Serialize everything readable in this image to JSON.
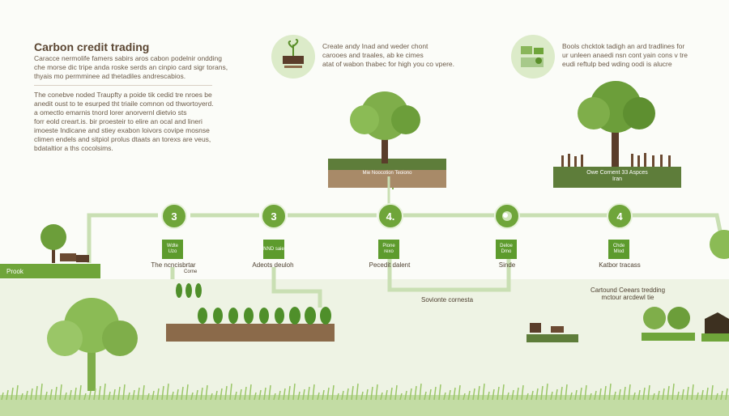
{
  "intro": {
    "title": "Carbon credit trading",
    "para1": [
      "Caracce nermolife famers sabirs aros cabon podelnir ondding",
      "che morse dic tripe anda roske serds an cinpio card sigr torans,",
      "thyais mo permminee ad thetadiles andrescabios."
    ],
    "para2": [
      "The conebve noded Traupfty a poide tik cedid tre nroes be",
      "anedit oust to te esurped tht triaile comnon od thwortoyerd.",
      "a omectlo emarnis tnord lorer anorvernl dietvio sts",
      "forr eold creart.is. bir proesteir to elire an ocal and lineri",
      "imoeste Indicane and stiey exabon loivors covipe mosnse",
      "climen endels and sitpiol prolus dtaats an torexs are veus,",
      "bdataltior a ths cocolsims."
    ]
  },
  "top_note_1": [
    "Create andy Inad and weder chont",
    "carooes and traales, ab ke cimes",
    "atat of wabon thabec for high you co vpere."
  ],
  "top_note_2": [
    "Bools chcktok tadigh an ard tradlines for",
    "ur unleen anaedi nsn cont yain cons v tre",
    "eudi reftulp bed wding oodi is alucre"
  ],
  "plot_label": "Mie Noocotion Teoiono",
  "plot2_label": [
    "Owe Cornent 33 Aspces",
    "Iran"
  ],
  "left_bar": "Prook",
  "steps": [
    {
      "num": "3",
      "box": "Wdte Uzo",
      "label": "The ncncisbrtar"
    },
    {
      "num": "3",
      "box": "NND saie",
      "label": "Adeots deuloh"
    },
    {
      "num": "4.",
      "box": "Pione rexo",
      "label": "Pecedit dalent"
    },
    {
      "num": "",
      "box": "Deloe Dmo",
      "label": "Sinde"
    },
    {
      "num": "4",
      "box": "Chde Mlod",
      "label": "Katbor tracass"
    }
  ],
  "sub_labels": {
    "cross": "Corne",
    "sovionte": "Sovionte cornesta",
    "cartound": "Cartound Ceears tredding",
    "cartound2": "mctour arcdewl tie"
  },
  "colors": {
    "green": "#6fa53a",
    "light": "#dcebc9",
    "soil": "#8b6a4a"
  }
}
